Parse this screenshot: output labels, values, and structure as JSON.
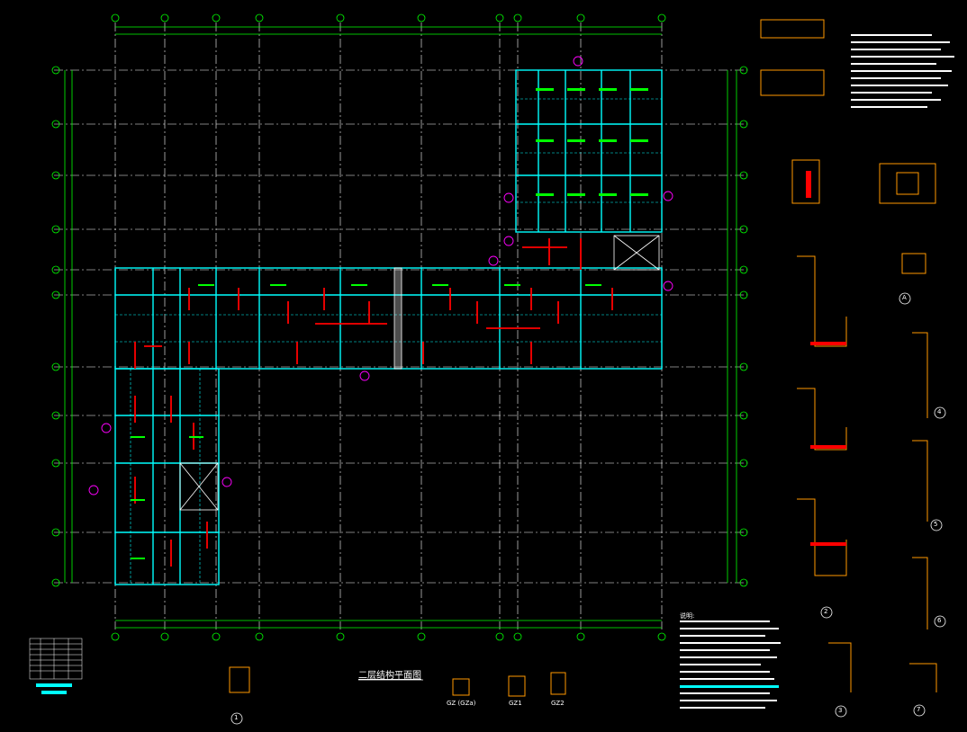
{
  "drawing": {
    "main_title": "二层结构平面图",
    "section_labels": [
      "GZ (GZa)",
      "GZ1",
      "GZ2"
    ],
    "detail_numbers": [
      "1",
      "2",
      "3",
      "4",
      "5",
      "6",
      "7"
    ],
    "detail_letter": "A",
    "notes_heading": "说明:",
    "colors": {
      "background": "#000000",
      "grid": "#00ff00",
      "axis": "#ffffff",
      "beam": "#00ffff",
      "rebar": "#ff0000",
      "label": "#00ff00",
      "detail": "#ff9900",
      "tag": "#ff00ff"
    }
  }
}
